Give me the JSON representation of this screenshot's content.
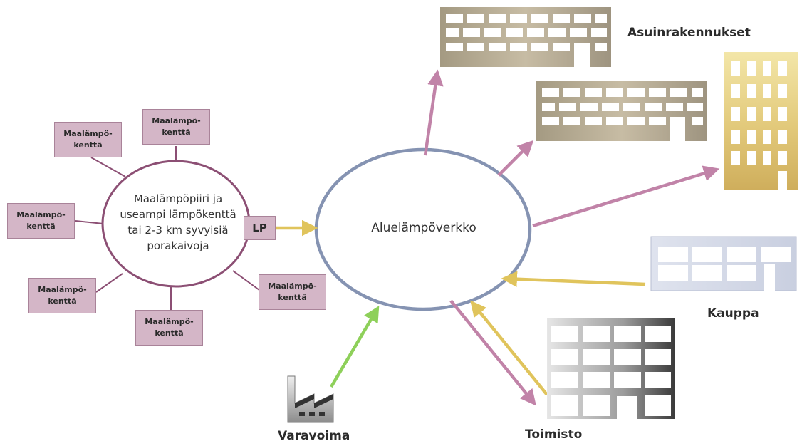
{
  "geo_circle": {
    "text_lines": [
      "Maalämpöpiiri ja",
      "useampi lämpökenttä",
      "tai 2-3 km syvyisiä",
      "porakaivoja"
    ]
  },
  "geo_fields": [
    {
      "line1": "Maalämpö-",
      "line2": "kenttä"
    },
    {
      "line1": "Maalämpö-",
      "line2": "kenttä"
    },
    {
      "line1": "Maalämpö-",
      "line2": "kenttä"
    },
    {
      "line1": "Maalämpö-",
      "line2": "kenttä"
    },
    {
      "line1": "Maalämpö-",
      "line2": "kenttä"
    },
    {
      "line1": "Maalämpö-",
      "line2": "kenttä"
    }
  ],
  "lp_label": "LP",
  "network": {
    "label": "Aluelämpöverkko"
  },
  "labels": {
    "residential": "Asuinrakennukset",
    "shop": "Kauppa",
    "office": "Toimisto",
    "backup": "Varavoima"
  },
  "colors": {
    "circle_stroke": "#8c4f74",
    "network_stroke": "#8593b2",
    "field_fill": "#d4b6c7",
    "arrow_out": "#c183a8",
    "arrow_in": "#e0c45c",
    "arrow_backup": "#8ed05a"
  }
}
